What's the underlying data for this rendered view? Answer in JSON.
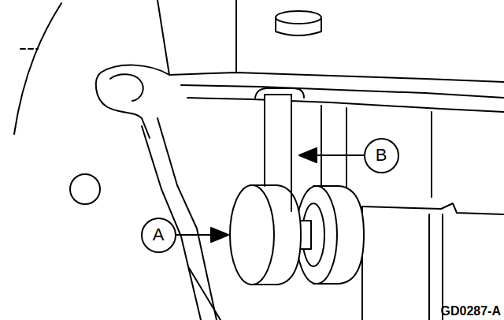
{
  "diagram": {
    "nodes": [
      {
        "text": [
          "B"
        ]
      },
      {
        "text": [
          "A"
        ]
      }
    ],
    "labels": [
      "GD0287-A"
    ]
  }
}
